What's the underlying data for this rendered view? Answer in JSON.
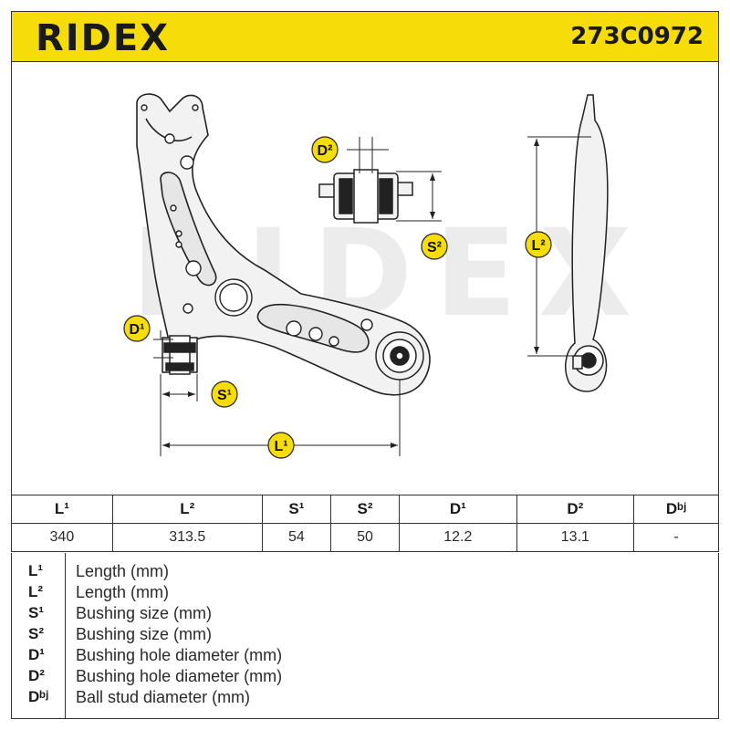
{
  "header": {
    "brand": "RIDEX",
    "part_number": "273C0972"
  },
  "drawing": {
    "watermark": "RIDEX",
    "labels": {
      "l1": "L¹",
      "l2": "L²",
      "s1": "S¹",
      "s2": "S²",
      "d1": "D¹",
      "d2": "D²"
    },
    "badge_color": "#f6dd0a"
  },
  "dimensions_table": {
    "headers": [
      "L¹",
      "L²",
      "S¹",
      "S²",
      "D¹",
      "D²",
      "Dᵇʲ"
    ],
    "values": [
      "340",
      "313.5",
      "54",
      "50",
      "12.2",
      "13.1",
      "-"
    ]
  },
  "legend": [
    {
      "symbol": "L¹",
      "description": "Length (mm)"
    },
    {
      "symbol": "L²",
      "description": "Length (mm)"
    },
    {
      "symbol": "S¹",
      "description": "Bushing size (mm)"
    },
    {
      "symbol": "S²",
      "description": "Bushing size (mm)"
    },
    {
      "symbol": "D¹",
      "description": "Bushing hole diameter (mm)"
    },
    {
      "symbol": "D²",
      "description": "Bushing hole diameter (mm)"
    },
    {
      "symbol": "Dᵇʲ",
      "description": "Ball stud diameter (mm)"
    }
  ]
}
